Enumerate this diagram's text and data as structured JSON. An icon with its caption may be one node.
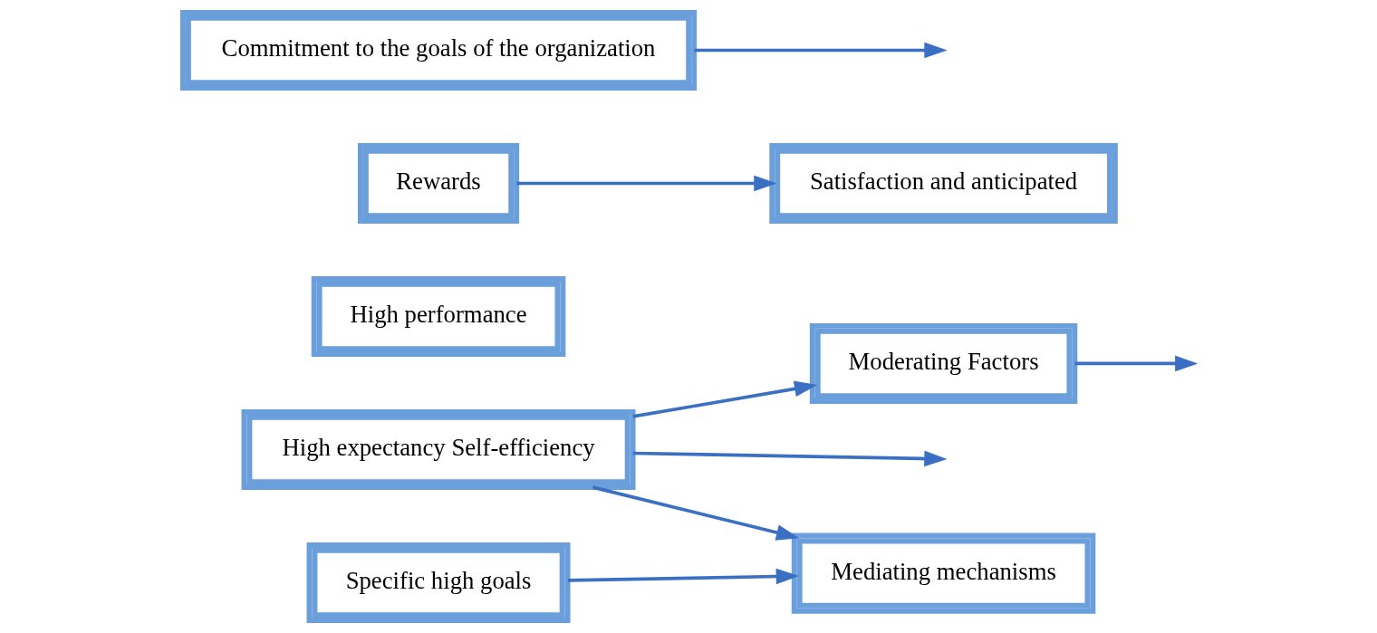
{
  "diagram": {
    "nodes": [
      {
        "text": [
          "Moderating Factors"
        ]
      },
      {
        "text": [
          "Specific high goals"
        ]
      },
      {
        "text": [
          "Mediating mechanisms"
        ]
      },
      {
        "text": [
          "High performance"
        ]
      },
      {
        "text": [
          "Rewards"
        ]
      },
      {
        "text": [
          "High expectancy Self-efficiency"
        ]
      },
      {
        "text": [
          "Commitment to the goals of the organization"
        ]
      },
      {
        "text": [
          "Satisfaction and anticipated"
        ]
      }
    ],
    "edges": [
      {
        "from": 5,
        "to": null,
        "arrow": "to"
      },
      {
        "from": 5,
        "to": 0,
        "arrow": "to"
      },
      {
        "from": 1,
        "to": 2,
        "arrow": "to"
      },
      {
        "from": 5,
        "to": 2,
        "arrow": "to"
      },
      {
        "from": 0,
        "to": null,
        "arrow": "to"
      },
      {
        "from": 4,
        "to": 7,
        "arrow": "to"
      },
      {
        "from": 6,
        "to": null,
        "arrow": "to"
      }
    ]
  }
}
